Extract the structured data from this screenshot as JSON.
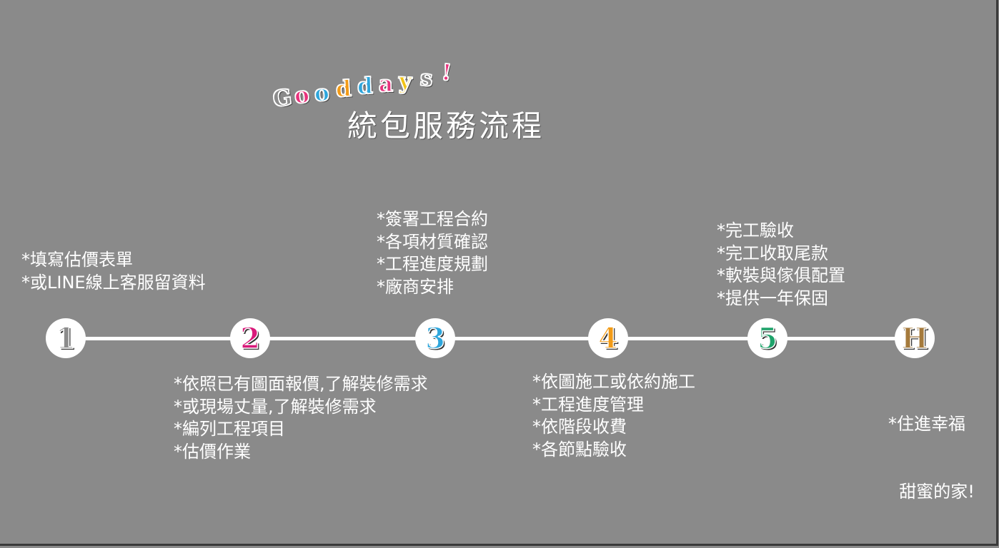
{
  "logo": {
    "letters": [
      {
        "ch": "G",
        "color": "#8c8c8c"
      },
      {
        "ch": "o",
        "color": "#e8327c"
      },
      {
        "ch": "o",
        "color": "#2ea6dc"
      },
      {
        "ch": "d",
        "color": "#f29b17"
      },
      {
        "ch": "d",
        "color": "#2ea6dc"
      },
      {
        "ch": "a",
        "color": "#e8327c"
      },
      {
        "ch": "y",
        "color": "#f2c417"
      },
      {
        "ch": "s",
        "color": "#8c8c8c"
      },
      {
        "ch": "!",
        "color": "#e8327c"
      }
    ]
  },
  "title": "統包服務流程",
  "steps": [
    {
      "label": "1",
      "color": "#8c8c8c"
    },
    {
      "label": "2",
      "color": "#d9197a"
    },
    {
      "label": "3",
      "color": "#2ea6dc"
    },
    {
      "label": "4",
      "color": "#f29b17"
    },
    {
      "label": "5",
      "color": "#1fa36b"
    },
    {
      "label": "H",
      "color": "#a57a3c"
    }
  ],
  "descriptions": {
    "step1": [
      "*填寫估價表單",
      "*或LINE線上客服留資料"
    ],
    "step2": [
      "*依照已有圖面報價,了解裝修需求",
      "*或現場丈量,了解裝修需求",
      "*編列工程項目",
      "*估價作業"
    ],
    "step3": [
      "*簽署工程合約",
      "*各項材質確認",
      "*工程進度規劃",
      "*廠商安排"
    ],
    "step4": [
      "*依圖施工或依約施工",
      "*工程進度管理",
      "*依階段收費",
      "*各節點驗收"
    ],
    "step5": [
      "*完工驗收",
      "*完工收取尾款",
      "*軟裝與傢俱配置",
      "*提供一年保固"
    ],
    "step6": [
      "*住進幸福",
      "  甜蜜的家!"
    ]
  }
}
